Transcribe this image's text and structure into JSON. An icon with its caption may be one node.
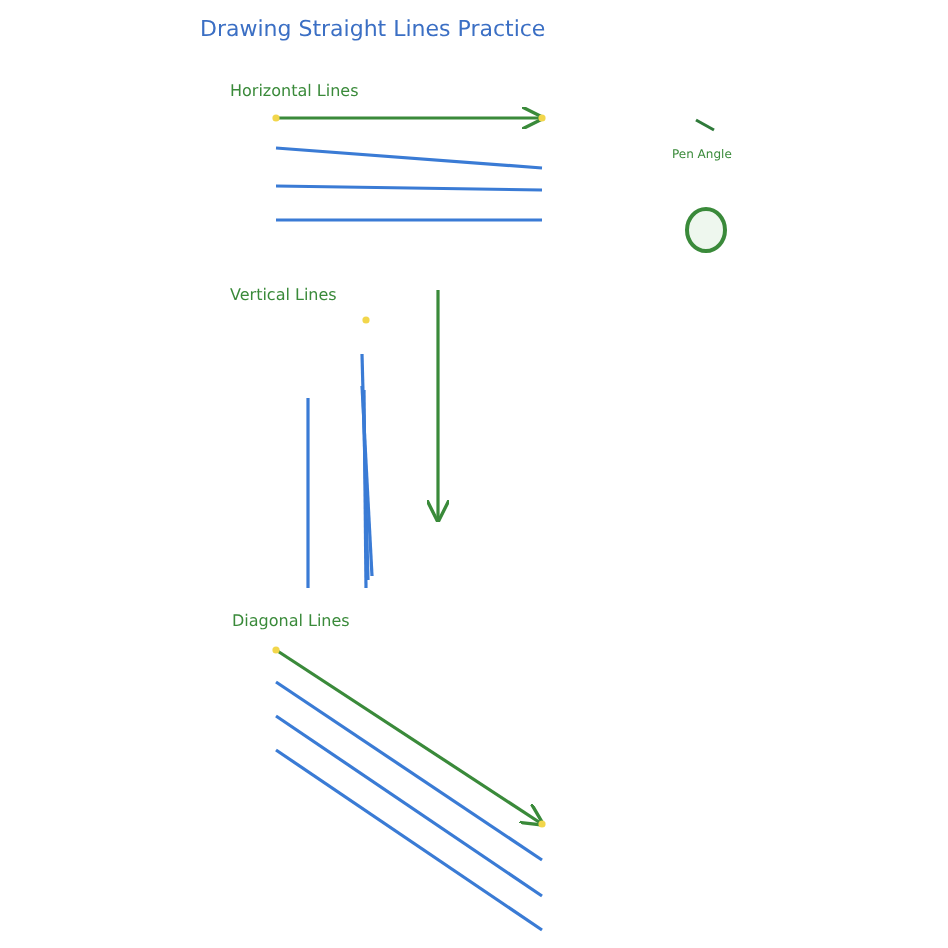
{
  "diagram": {
    "title": "Drawing Straight Lines Practice",
    "nodes": [
      {
        "text": [],
        "shape": "circle"
      }
    ],
    "labels": [
      "Horizontal Lines",
      "Pen Angle",
      "Vertical Lines",
      "Diagonal Lines"
    ]
  }
}
